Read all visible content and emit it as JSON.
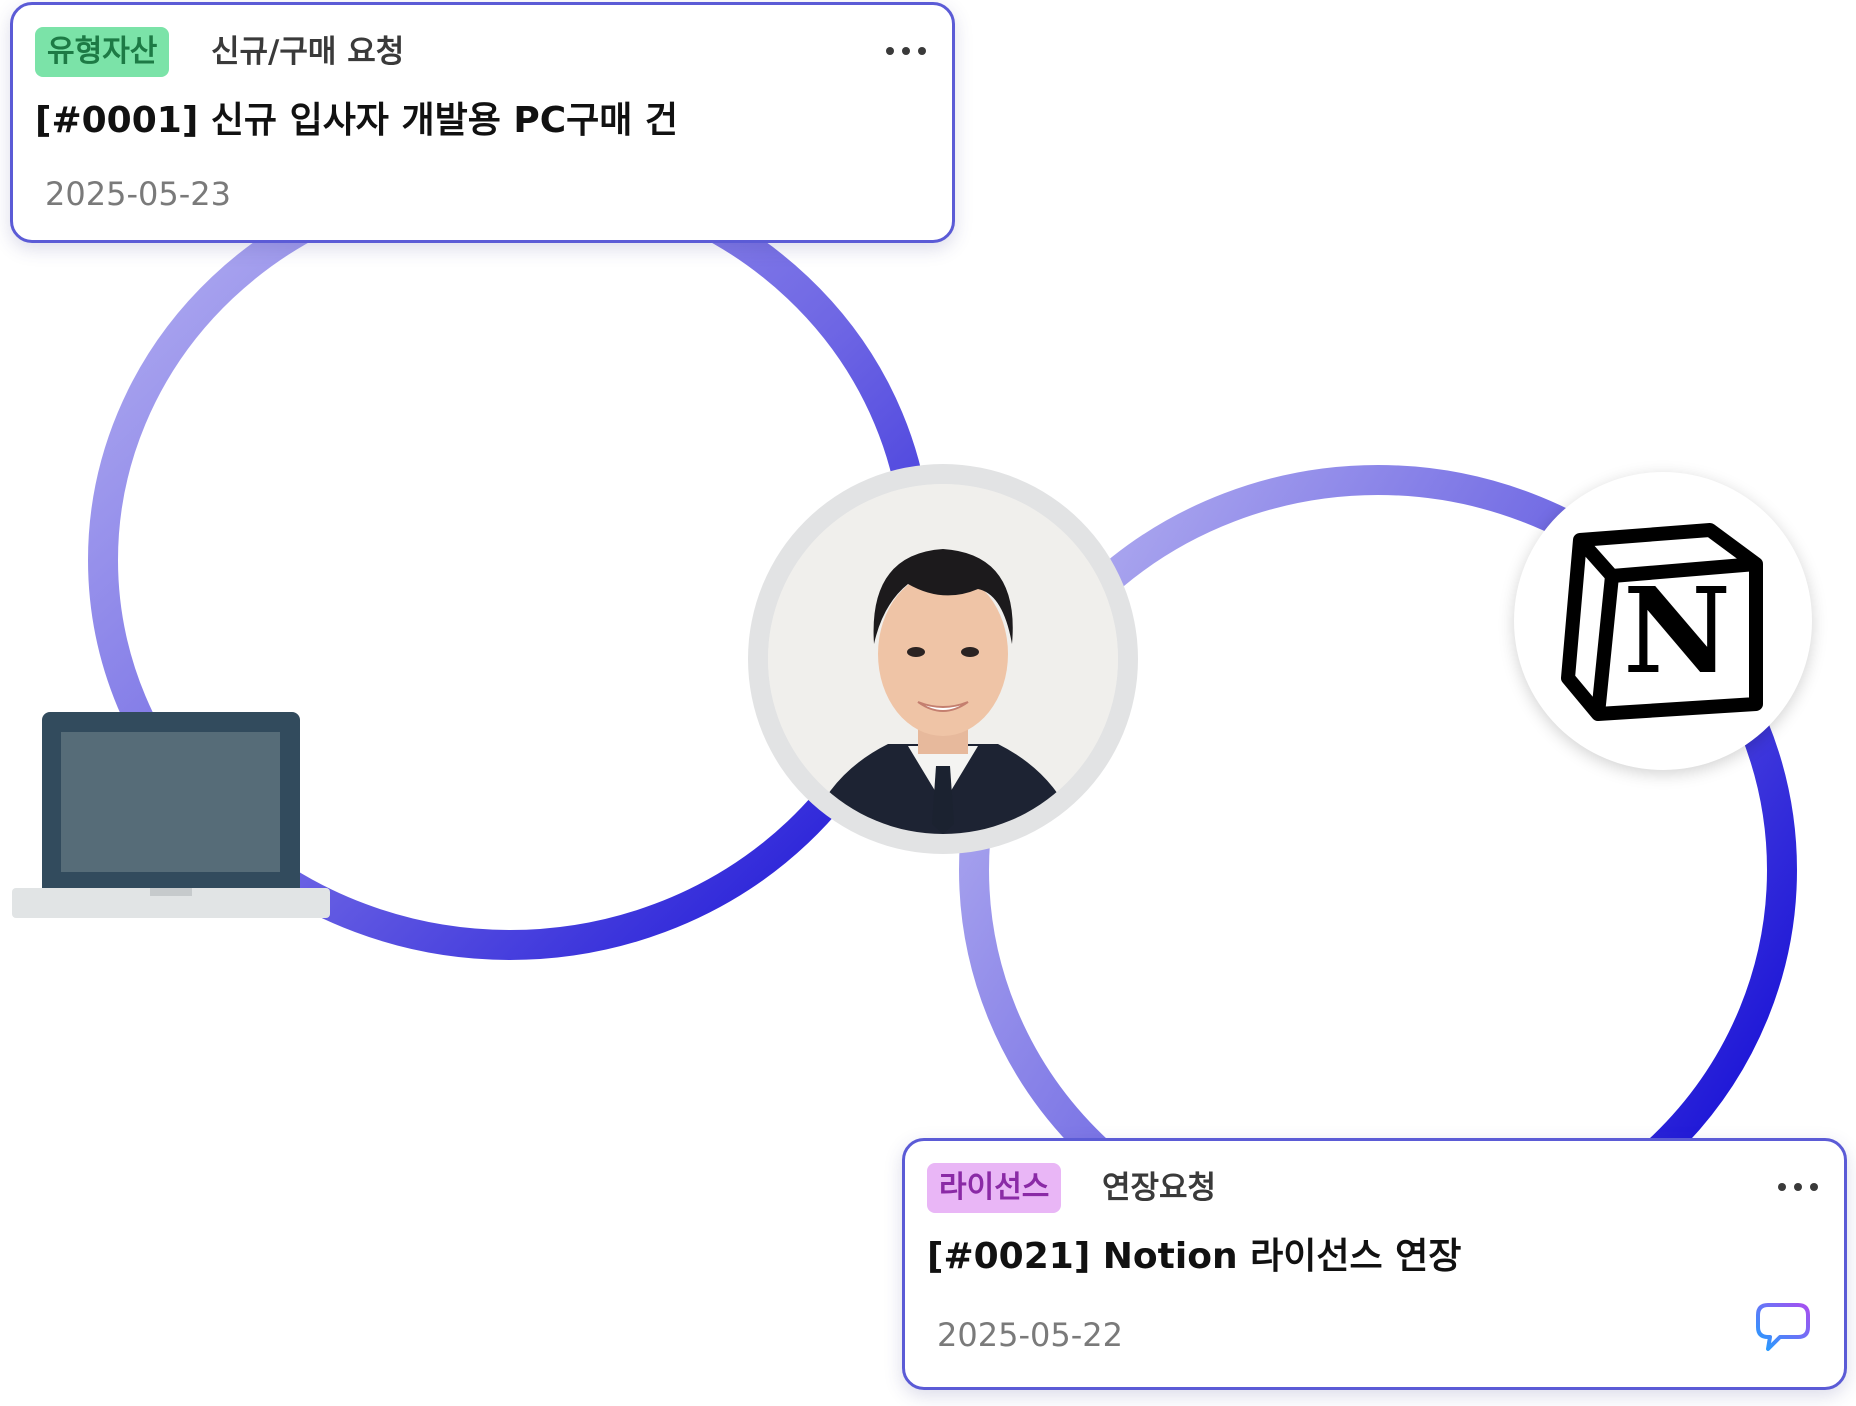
{
  "card_asset": {
    "tag": "유형자산",
    "category": "신규/구매 요청",
    "title": "[#0001] 신규 입사자 개발용 PC구매 건",
    "date": "2025-05-23"
  },
  "card_license": {
    "tag": "라이선스",
    "category": "연장요청",
    "title": "[#0021] Notion 라이선스 연장",
    "date": "2025-05-22"
  },
  "colors": {
    "card_border": "#5b5bd6",
    "ring_light": "#a9a6ee",
    "ring_dark": "#1710d6",
    "tag_asset_bg": "#7be3a8",
    "tag_asset_text": "#1d7a45",
    "tag_license_bg": "#e9b6f6",
    "tag_license_text": "#8a2aa6"
  },
  "icons": {
    "more": "more-icon",
    "chat": "chat-bubble-icon",
    "notion": "notion-logo",
    "laptop": "laptop-icon",
    "avatar": "user-avatar"
  }
}
